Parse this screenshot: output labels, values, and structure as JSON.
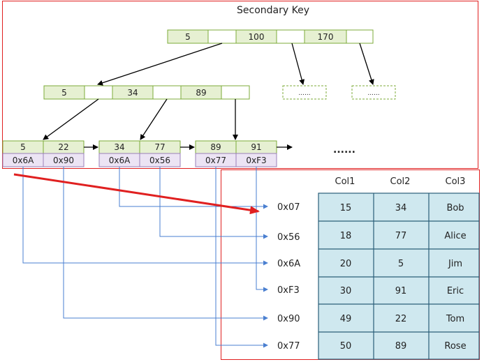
{
  "title": "Secondary Key",
  "colors": {
    "frame": "#e02020",
    "node_fill": "#e6f0d2",
    "node_border": "#7cab3a",
    "leaf_ptr_fill": "#ece4f4",
    "leaf_ptr_border": "#9a7fb8",
    "table_fill": "#cfe8ef",
    "table_border": "#2a5e78",
    "link": "#4a7fd0",
    "tree_arrow": "#000000",
    "red_arrow": "#e02020"
  },
  "root": {
    "keys": [
      "5",
      "100",
      "170"
    ],
    "placeholder": "......"
  },
  "internal": {
    "keys": [
      "5",
      "34",
      "89"
    ]
  },
  "leaves": [
    {
      "keys": [
        "5",
        "22"
      ],
      "ptrs": [
        "0x6A",
        "0x90"
      ]
    },
    {
      "keys": [
        "34",
        "77"
      ],
      "ptrs": [
        "0x6A",
        "0x56"
      ]
    },
    {
      "keys": [
        "89",
        "91"
      ],
      "ptrs": [
        "0x77",
        "0xF3"
      ]
    }
  ],
  "leaf_ellipsis": "......",
  "table": {
    "headers": [
      "Col1",
      "Col2",
      "Col3"
    ],
    "rows": [
      {
        "addr": "0x07",
        "cells": [
          "15",
          "34",
          "Bob"
        ]
      },
      {
        "addr": "0x56",
        "cells": [
          "18",
          "77",
          "Alice"
        ]
      },
      {
        "addr": "0x6A",
        "cells": [
          "20",
          "5",
          "Jim"
        ]
      },
      {
        "addr": "0xF3",
        "cells": [
          "30",
          "91",
          "Eric"
        ]
      },
      {
        "addr": "0x90",
        "cells": [
          "49",
          "22",
          "Tom"
        ]
      },
      {
        "addr": "0x77",
        "cells": [
          "50",
          "89",
          "Rose"
        ]
      }
    ]
  }
}
